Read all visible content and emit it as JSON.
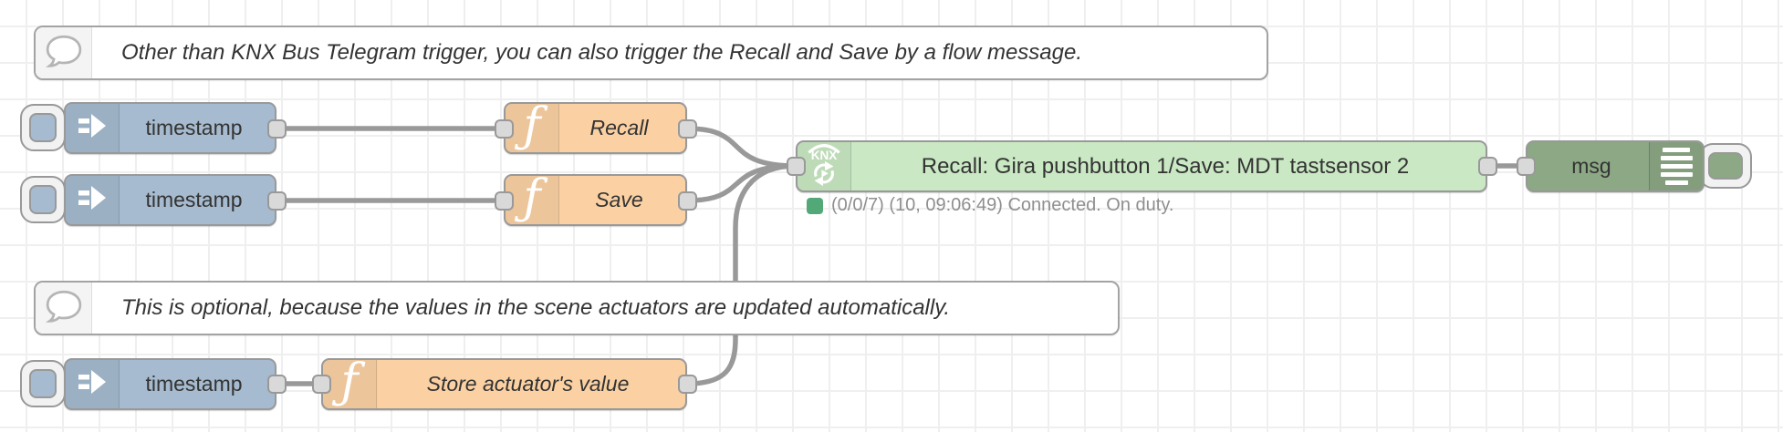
{
  "comments": [
    {
      "label": "Other than KNX Bus Telegram trigger, you can also trigger the Recall and Save by a flow message."
    },
    {
      "label": "This is optional, because the values in the scene actuators are updated automatically."
    }
  ],
  "injects": [
    {
      "label": "timestamp"
    },
    {
      "label": "timestamp"
    },
    {
      "label": "timestamp"
    }
  ],
  "functions": [
    {
      "label": "Recall",
      "icon_glyph": "ƒ"
    },
    {
      "label": "Save",
      "icon_glyph": "ƒ"
    },
    {
      "label": "Store actuator's value",
      "icon_glyph": "ƒ"
    }
  ],
  "knx": {
    "label": "Recall: Gira pushbutton 1/Save: MDT tastsensor 2",
    "icon_text": "KNX",
    "status_text": "(0/0/7) (10, 09:06:49) Connected. On duty.",
    "status_color": "#52a877"
  },
  "debug": {
    "label": "msg"
  },
  "colors": {
    "inject_node": "#a6bbcf",
    "function_node": "#fbd1a3",
    "knx_node": "#c9e8c3",
    "debug_node": "#8ca885",
    "wire": "#999999",
    "grid": "#efefef",
    "label_text": "#333333",
    "status_text": "#8f8f8f"
  }
}
